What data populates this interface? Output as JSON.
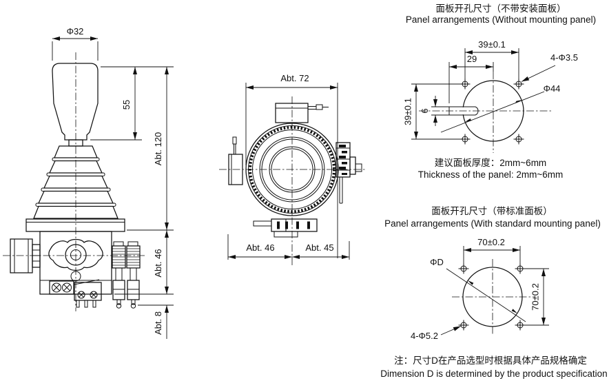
{
  "side_view": {
    "dim_knob_dia": "Φ32",
    "dim_knob_height": "55",
    "dim_total_height": "Abt. 120",
    "dim_body_height": "Abt. 46",
    "dim_terminal_height": "Abt. 8"
  },
  "front_view": {
    "dim_width": "Abt. 72",
    "dim_left_half": "Abt. 46",
    "dim_right_half": "Abt. 45"
  },
  "panel_without": {
    "title_cn": "面板开孔尺寸（不带安装面板）",
    "title_en": "Panel arrangements (Without mounting panel)",
    "dim_hole_pitch_h": "39±0.1",
    "dim_slot_to_center": "29",
    "dim_mount_holes": "4-Φ3.5",
    "dim_cutout_dia": "Φ44",
    "dim_hole_pitch_v": "39±0.1",
    "dim_slot_width": "6",
    "thickness_cn": "建议面板厚度：2mm~6mm",
    "thickness_en": "Thickness of the panel: 2mm~6mm"
  },
  "panel_with": {
    "title_cn": "面板开孔尺寸（带标准面板）",
    "title_en": "Panel arrangements (With standard mounting panel)",
    "dim_hole_pitch_h": "70±0.2",
    "dim_hole_pitch_v": "70±0.2",
    "dim_cutout_dia": "ΦD",
    "dim_mount_holes": "4-Φ5.2"
  },
  "note": {
    "cn": "注：尺寸D在产品选型时根据具体产品规格确定",
    "en": "Dimension D is determined by the product specification"
  }
}
